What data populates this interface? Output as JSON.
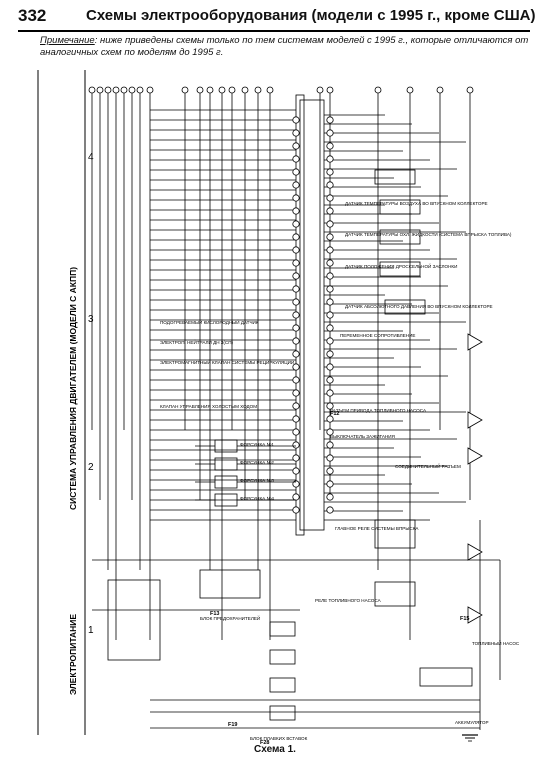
{
  "header": {
    "page_number": "332",
    "title": "Схемы электрооборудования (модели с 1995 г., кроме США)"
  },
  "note": {
    "label": "Примечание",
    "text": ": ниже приведены схемы только по тем системам моделей с 1995 г., которые отличаются от аналогичных схем по моделям до 1995 г."
  },
  "diagram": {
    "side_titles": [
      "СИСТЕМА УПРАВЛЕНИЯ ДВИГАТЕЛЕМ (МОДЕЛИ С АКПП)",
      "ЭЛЕКТРОПИТАНИЕ"
    ],
    "section_numbers": [
      "4",
      "3",
      "2",
      "1"
    ],
    "component_labels": [
      "ДАТЧИК ТЕМПЕРАТУРЫ ВОЗДУХА ВО ВПУСКНОМ КОЛЛЕКТОРЕ",
      "ДАТЧИК ТЕМПЕРАТУРЫ ОХЛ. ЖИДКОСТИ (СИСТЕМА ВПРЫСКА ТОПЛИВА)",
      "ДАТЧИК ПОЛОЖЕНИЯ ДРОССЕЛЬНОЙ ЗАСЛОНКИ",
      "ДАТЧИК АБСОЛЮТНОГО ДАВЛЕНИЯ ВО ВПУСКНОМ КОЛЛЕКТОРЕ",
      "ПЕРЕМЕННОЕ СОПРОТИВЛЕНИЕ",
      "ПОДОГРЕВАЕМЫЙ КИСЛОРОДНЫЙ ДАТЧИК",
      "ЭЛЕКТРОП. НЕЙТРАЛИ ДН 3(СП)",
      "ЭЛЕКТРОМАГНИТНЫЙ КЛАПАН СИСТЕМЫ РЕЦИРКУЛЯЦИИ",
      "КЛАПАН УПРАВЛЕНИЯ ХОЛОСТЫМ ХОДОМ",
      "ФОРСУНКА №1",
      "ФОРСУНКА №2",
      "ФОРСУНКА №3",
      "ФОРСУНКА №4",
      "ГЛАВНОЕ РЕЛЕ СИСТЕМЫ ВПРЫСКА",
      "РАЗЪЕМ ПРИВОДА ТОПЛИВНОГО НАСОСА",
      "ВЫКЛЮЧАТЕЛЬ ЗАЖИГАНИЯ",
      "СОЕДИНИТЕЛЬНЫЙ РАЗЪЕМ",
      "РЕЛЕ ТОПЛИВНОГО НАСОСА",
      "БЛОК ПРЕДОХРАНИТЕЛЕЙ",
      "БЛОК ПЛАВКИХ ВСТАВОК",
      "АККУМУЛЯТОР",
      "ТОПЛИВНЫЙ НАСОС"
    ],
    "fuse_labels": [
      "F13",
      "F15",
      "F19",
      "F12",
      "F28"
    ]
  },
  "caption": "Схема 1."
}
